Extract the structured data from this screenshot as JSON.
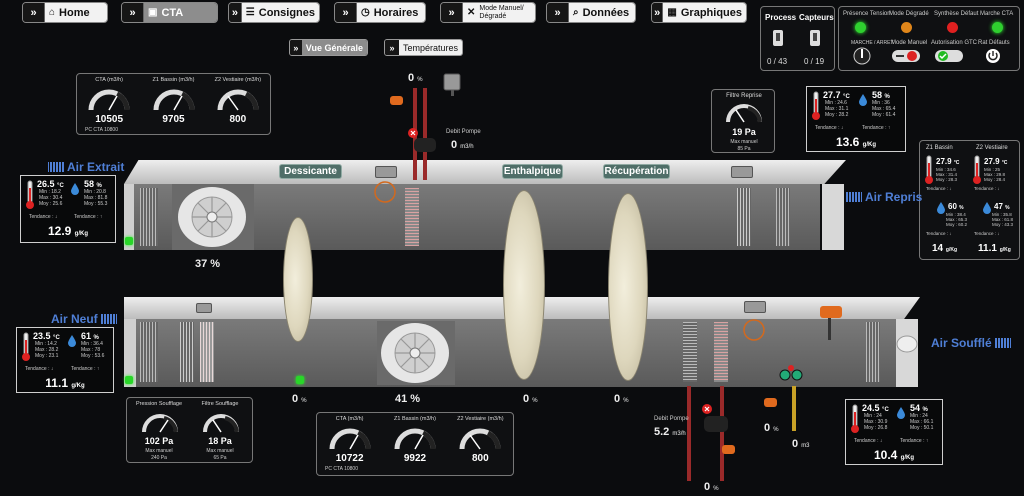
{
  "nav": [
    {
      "label": "Home",
      "icon": "home-icon",
      "glyph": "⌂",
      "active": false
    },
    {
      "label": "CTA",
      "icon": "cta-icon",
      "glyph": "▣",
      "active": true
    },
    {
      "label": "Consignes",
      "icon": "list-icon",
      "glyph": "☰",
      "active": false
    },
    {
      "label": "Horaires",
      "icon": "clock-icon",
      "glyph": "◷",
      "active": false
    },
    {
      "label": "Mode Manuel/ Dégradé",
      "icon": "tools-icon",
      "glyph": "✕",
      "active": false
    },
    {
      "label": "Données",
      "icon": "search-icon",
      "glyph": "⌕",
      "active": false
    },
    {
      "label": "Graphiques",
      "icon": "chart-icon",
      "glyph": "▦",
      "active": false
    }
  ],
  "subnav": {
    "vue_generale": "Vue Générale",
    "temperatures": "Températures"
  },
  "status_panel": {
    "process_label": "Process",
    "capteurs_label": "Capteurs",
    "process_value": "0 / 43",
    "capteurs_value": "0 / 19",
    "presence_tension": "Présence Tension",
    "mode_degrade": "Mode Dégradé",
    "synthese_defaut": "Synthèse Défaut",
    "marche_cta": "Marche CTA",
    "marche_arret": "MARCHE / ARRET",
    "mode_manuel": "Mode Manuel",
    "autorisation_gtc": "Autorisation GTC",
    "rat_defauts": "Rat Défauts"
  },
  "gauges_top": {
    "labels": [
      "CTA (m3/h)",
      "Z1 Bassin (m3/h)",
      "Z2 Vestiaire (m3/h)"
    ],
    "values": [
      "10505",
      "9705",
      "800"
    ],
    "sublabel": "PC CTA 10800"
  },
  "gauges_bottom": {
    "labels": [
      "CTA (m3/h)",
      "Z1 Bassin (m3/h)",
      "Z2 Vestiaire (m3/h)"
    ],
    "values": [
      "10722",
      "9922",
      "800"
    ],
    "sublabel": "PC CTA 10800"
  },
  "filtre_reprise": {
    "title": "Filtre Reprise",
    "value": "19 Pa",
    "max_label": "Max manuel",
    "max_value": "85 Pa"
  },
  "pression_soufflage": {
    "title": "Pression Soufflage",
    "value": "102 Pa",
    "max_label": "Max manuel",
    "max_value": "240 Pa"
  },
  "filtre_soufflage": {
    "title": "Filtre Soufflage",
    "value": "18 Pa",
    "max_label": "Max manuel",
    "max_value": "65 Pa"
  },
  "air_extrait": {
    "label": "Air Extrait",
    "temp": "26.5",
    "temp_unit": "°C",
    "hum": "58",
    "hum_unit": "%",
    "tmin": "Min : 18.2",
    "tmax": "Max : 30.4",
    "tmoy": "Moy : 25.6",
    "hmin": "Min : 20.8",
    "hmax": "Max : 81.8",
    "hmoy": "Moy : 55.3",
    "tend": "Tendance :",
    "abs": "12.9",
    "abs_unit": "g/Kg"
  },
  "air_neuf": {
    "label": "Air Neuf",
    "temp": "23.5",
    "temp_unit": "°C",
    "hum": "61",
    "hum_unit": "%",
    "tmin": "Min : 14.2",
    "tmax": "Max : 28.2",
    "tmoy": "Moy : 23.1",
    "hmin": "Min : 36.4",
    "hmax": "Max : 78",
    "hmoy": "Moy : 53.6",
    "tend": "Tendance :",
    "abs": "11.1",
    "abs_unit": "g/Kg"
  },
  "air_repris": {
    "label": "Air Repris",
    "temp": "27.7",
    "temp_unit": "°C",
    "hum": "58",
    "hum_unit": "%",
    "tmin": "Min : 24.6",
    "tmax": "Max : 31.1",
    "tmoy": "Moy : 28.2",
    "hmin": "Min : 36",
    "hmax": "Max : 65.4",
    "hmoy": "Moy : 61.4",
    "tend": "Tendance :",
    "abs": "13.6",
    "abs_unit": "g/Kg"
  },
  "air_souffle": {
    "label": "Air Soufflé",
    "temp": "24.5",
    "temp_unit": "°C",
    "hum": "54",
    "hum_unit": "%",
    "tmin": "Min : 24",
    "tmax": "Max : 30.9",
    "tmoy": "Moy : 26.8",
    "hmin": "Min : 24",
    "hmax": "Max : 66.1",
    "hmoy": "Moy : 50.1",
    "tend": "Tendance :",
    "abs": "10.4",
    "abs_unit": "g/Kg"
  },
  "zones": {
    "z1_title": "Z1 Bassin",
    "z2_title": "Z2 Vestiaire",
    "z1_temp": "27.9",
    "z2_temp": "27.9",
    "temp_unit": "°C",
    "z1_t_stats": [
      "Min : 34.6",
      "Max : 31.4",
      "Moy : 28.3"
    ],
    "z2_t_stats": [
      "Min : 25",
      "Max : 29.8",
      "Moy : 28.4"
    ],
    "z1_hum": "60",
    "z2_hum": "47",
    "hum_unit": "%",
    "z1_h_stats": [
      "Min : 38.4",
      "Max : 65.3",
      "Moy : 60.2"
    ],
    "z2_h_stats": [
      "Min : 35.8",
      "Max : 61.8",
      "Moy : 43.3"
    ],
    "tend": "Tendance :",
    "z1_abs": "14",
    "z2_abs": "11.1",
    "abs_unit": "g/Kg"
  },
  "sections": {
    "dessicante": "Dessicante",
    "enthalpique": "Enthalpique",
    "recuperation": "Récupération"
  },
  "fans": {
    "top_pct": "37 %",
    "bottom_pct": "41 %"
  },
  "pump_top": {
    "valve_pct": "0",
    "pct_unit": "%",
    "debit_label": "Debit Pompe",
    "debit": "0",
    "debit_unit": "m3/h"
  },
  "pump_bottom": {
    "valve_pct": "0",
    "pct_unit": "%",
    "debit_label": "Debit Pompe",
    "debit": "5.2",
    "debit_unit": "m3/h",
    "valve2_pct": "0",
    "meter": "0",
    "meter_unit": "m3"
  },
  "bottom_pcts": [
    {
      "v": "0",
      "u": "%"
    },
    {
      "v": "0",
      "u": "%"
    },
    {
      "v": "0",
      "u": "%"
    }
  ],
  "colors": {
    "accent_blue": "#4f7fd6",
    "section_green": "#4f6e68",
    "led_green": "#2fd02f",
    "led_orange": "#e0861a",
    "led_red": "#e02020",
    "pipe_red": "#9a2a2a"
  }
}
